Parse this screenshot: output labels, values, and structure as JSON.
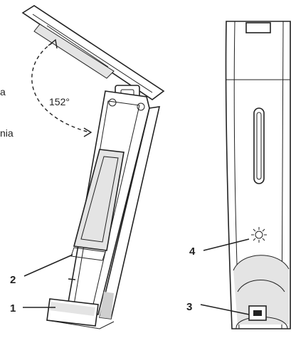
{
  "labels": {
    "angle": "152°",
    "partial_top": "a",
    "partial_bottom": "nia",
    "callout_1": "1",
    "callout_2": "2",
    "callout_3": "3",
    "callout_4": "4"
  },
  "icons": {
    "light": "sun-icon",
    "port": "usb-port-icon"
  }
}
